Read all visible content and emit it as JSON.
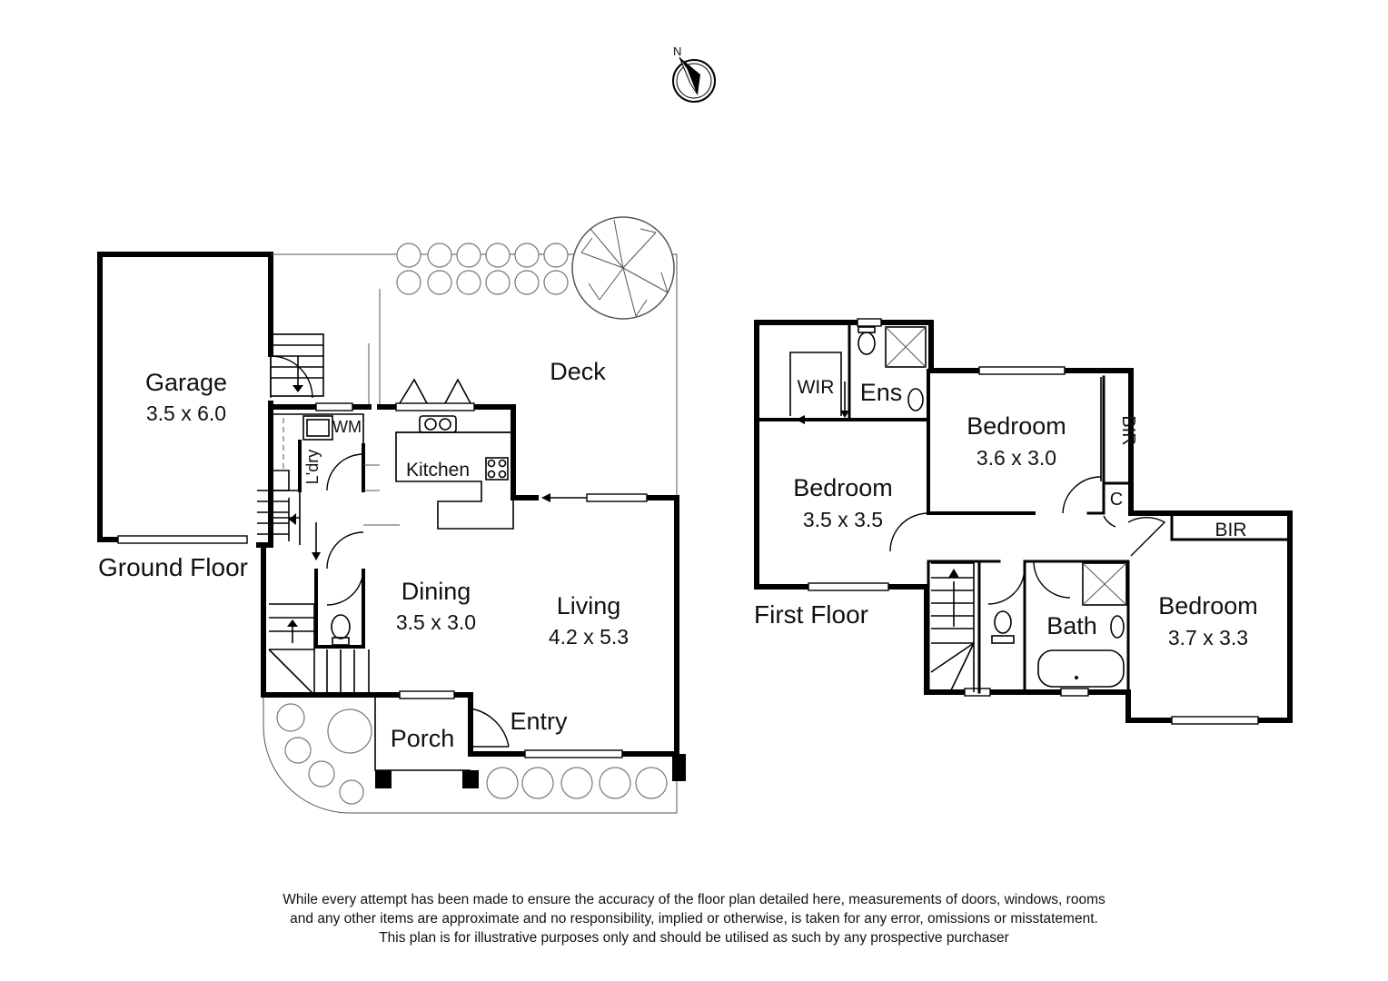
{
  "compass": {
    "label": "N"
  },
  "ground_floor": {
    "title": "Ground Floor",
    "rooms": {
      "garage": {
        "name": "Garage",
        "dims": "3.5 x 6.0"
      },
      "deck": {
        "name": "Deck"
      },
      "kitchen": {
        "name": "Kitchen"
      },
      "wm": {
        "name": "WM"
      },
      "laundry": {
        "name": "L'dry"
      },
      "dining": {
        "name": "Dining",
        "dims": "3.5 x 3.0"
      },
      "living": {
        "name": "Living",
        "dims": "4.2 x 5.3"
      },
      "entry": {
        "name": "Entry"
      },
      "porch": {
        "name": "Porch"
      }
    }
  },
  "first_floor": {
    "title": "First Floor",
    "rooms": {
      "wir": {
        "name": "WIR"
      },
      "ens": {
        "name": "Ens"
      },
      "bedroom_master": {
        "name": "Bedroom",
        "dims": "3.5 x 3.5"
      },
      "bedroom_2": {
        "name": "Bedroom",
        "dims": "3.6 x 3.0"
      },
      "bir_1": {
        "name": "BIR"
      },
      "cupboard": {
        "name": "C"
      },
      "bir_2": {
        "name": "BIR"
      },
      "bedroom_3": {
        "name": "Bedroom",
        "dims": "3.7 x 3.3"
      },
      "bath": {
        "name": "Bath"
      }
    }
  },
  "disclaimer": {
    "line1": "While every attempt has been made to ensure the accuracy of the floor plan detailed here, measurements of doors, windows, rooms",
    "line2": "and any other items are approximate and no responsibility, implied or otherwise, is taken for any error, omissions or misstatement.",
    "line3": "This plan is for illustrative purposes only and should be utilised as such by any prospective purchaser"
  }
}
